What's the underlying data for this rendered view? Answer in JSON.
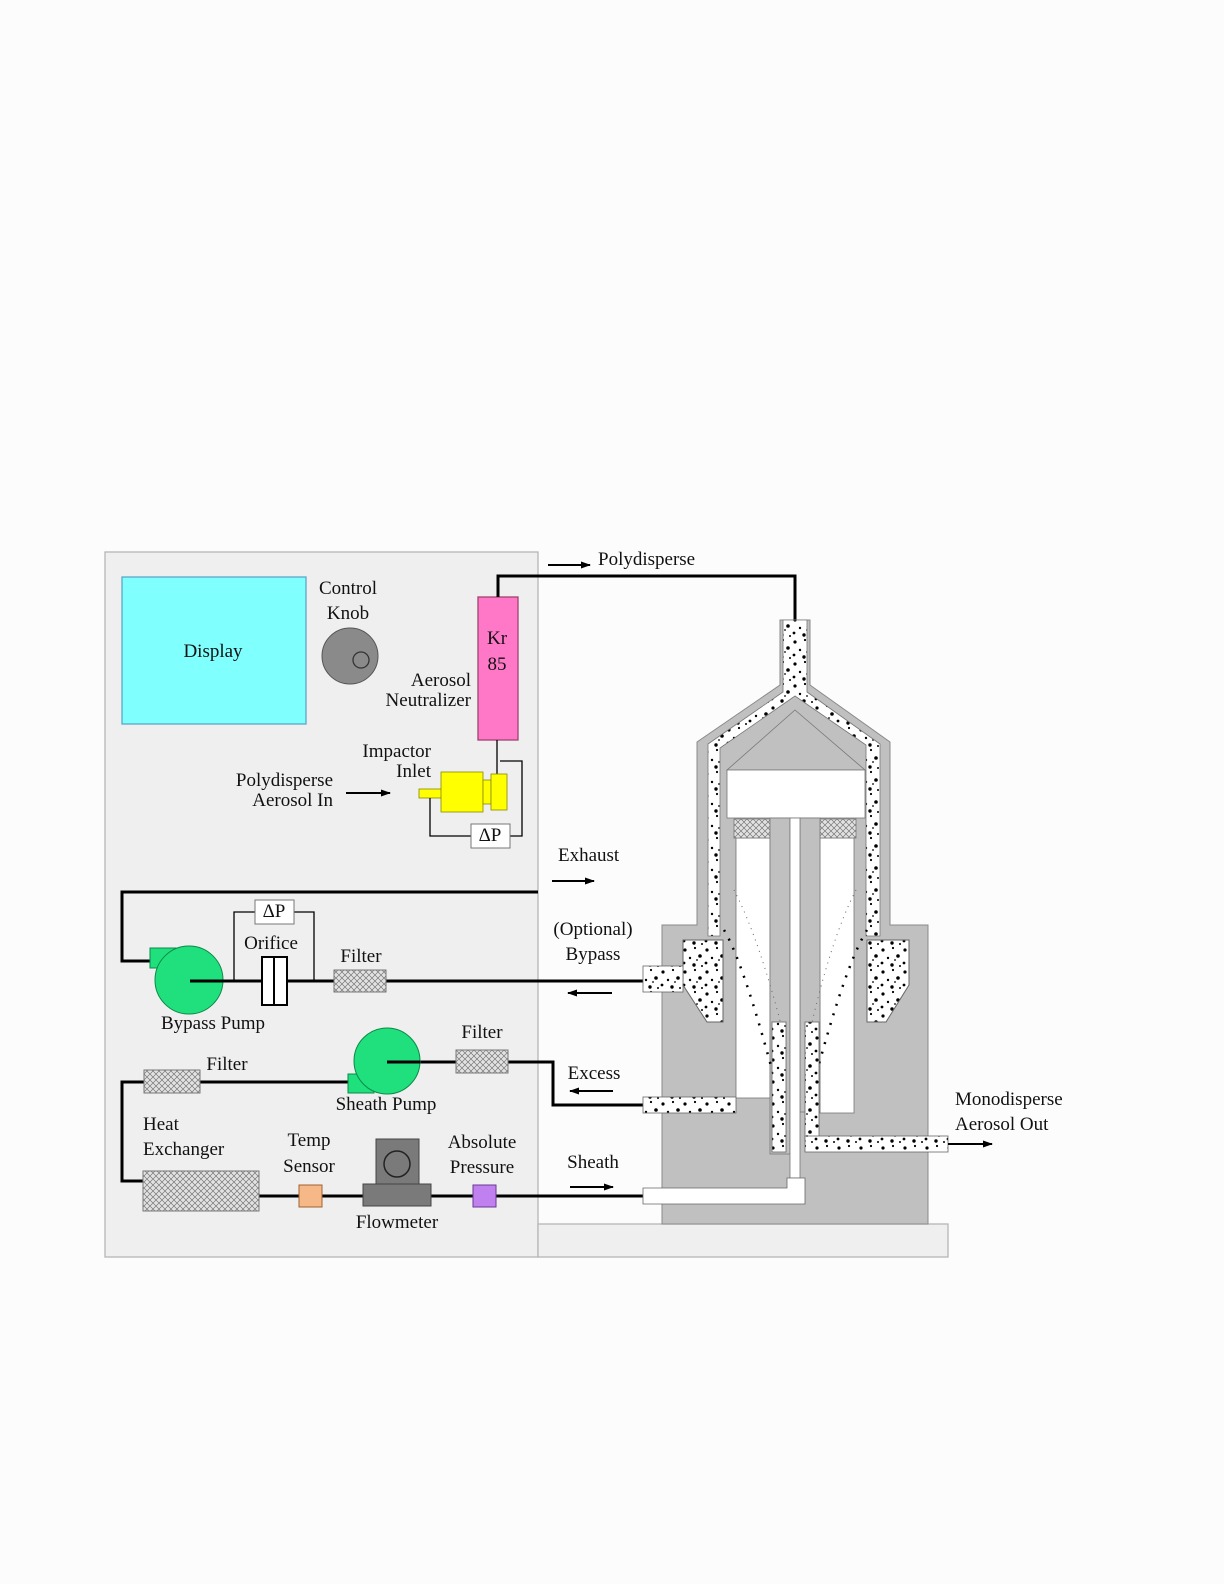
{
  "labels": {
    "display": "Display",
    "control_knob_line1": "Control",
    "control_knob_line2": "Knob",
    "kr_line1": "Kr",
    "kr_line2": "85",
    "neutralizer_line1": "Aerosol",
    "neutralizer_line2": "Neutralizer",
    "impactor_line1": "Impactor",
    "impactor_line2": "Inlet",
    "poly_in_line1": "Polydisperse",
    "poly_in_line2": "Aerosol In",
    "delta_p": "ΔP",
    "polydisperse": "Polydisperse",
    "exhaust": "Exhaust",
    "optional_bypass_line1": "(Optional)",
    "optional_bypass_line2": "Bypass",
    "orifice": "Orifice",
    "filter": "Filter",
    "bypass_pump": "Bypass Pump",
    "sheath_pump": "Sheath Pump",
    "excess": "Excess",
    "heat_exchanger_line1": "Heat",
    "heat_exchanger_line2": "Exchanger",
    "temp_sensor_line1": "Temp",
    "temp_sensor_line2": "Sensor",
    "absolute_pressure_line1": "Absolute",
    "absolute_pressure_line2": "Pressure",
    "flowmeter": "Flowmeter",
    "sheath": "Sheath",
    "mono_out_line1": "Monodisperse",
    "mono_out_line2": "Aerosol Out"
  },
  "colors": {
    "panel": "#efefef",
    "display": "#80ffff",
    "neutralizer": "#ff78c8",
    "impactor": "#ffff00",
    "pump": "#1fe07c",
    "filter": "#dcdcdc",
    "temp_sensor": "#f7b887",
    "absolute_pressure": "#c080f0",
    "flowmeter": "#7a7a7a",
    "column": "#c0c0c0",
    "knob": "#8a8a8a"
  }
}
